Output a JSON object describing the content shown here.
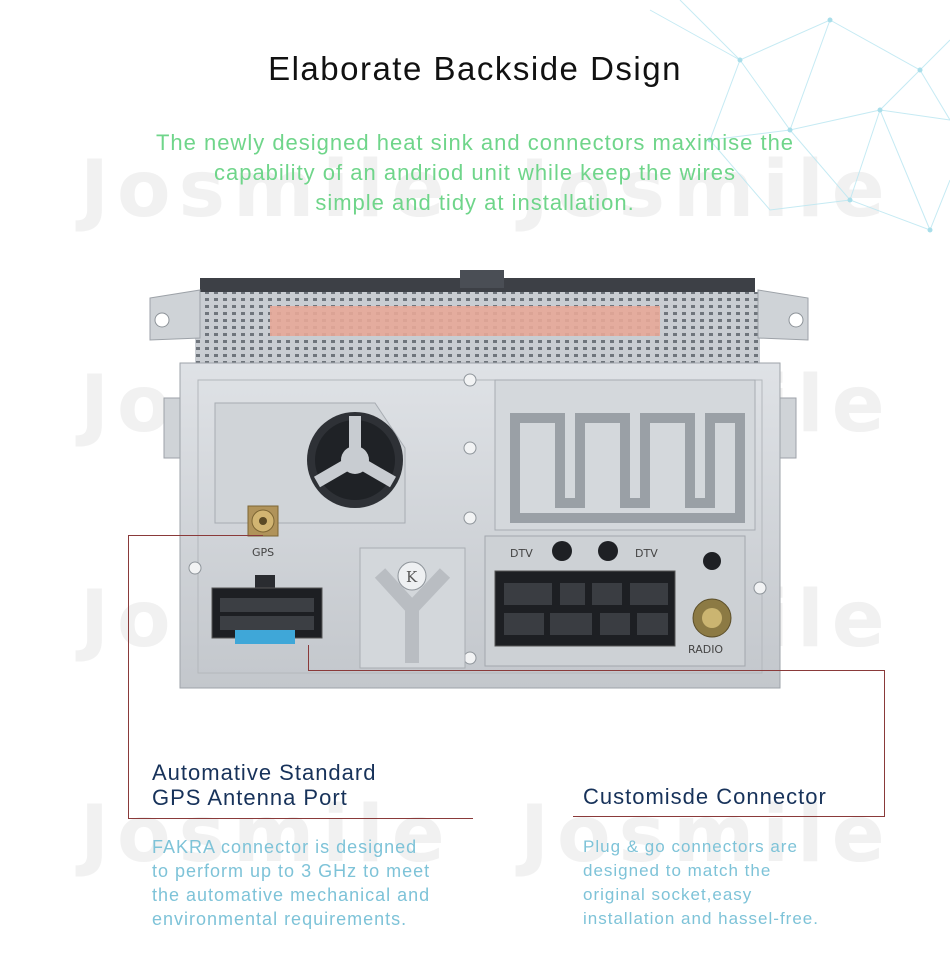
{
  "header": {
    "title": "Elaborate Backside Dsign",
    "subtitle_lines": [
      "The newly designed heat sink and connectors maximise the",
      "capability of an andriod unit while keep the wires",
      "simple and tidy at installation."
    ]
  },
  "watermark": {
    "brand": "Josmile"
  },
  "device": {
    "gps_label": "GPS",
    "dtv_left": "DTV",
    "dtv_right": "DTV",
    "radio_label": "RADIO",
    "logo_letter": "K"
  },
  "features": {
    "gps": {
      "title_lines": [
        "Automative Standard",
        "GPS Antenna Port"
      ],
      "body_lines": [
        "FAKRA connector is designed",
        "to perform up to 3 GHz to meet",
        "the automative mechanical and",
        "environmental requirements."
      ]
    },
    "connector": {
      "title": "Customisde Connector",
      "body_lines": [
        "Plug & go connectors are",
        "designed to match the",
        "original socket,easy",
        "installation and hassel-free."
      ]
    }
  },
  "colors": {
    "title": "#111111",
    "subtitle": "#6fd58a",
    "feature_title": "#17325a",
    "feature_body": "#7ec3d8",
    "pointer_line": "#8a3a3a",
    "fuse": "#3fa7d8"
  }
}
